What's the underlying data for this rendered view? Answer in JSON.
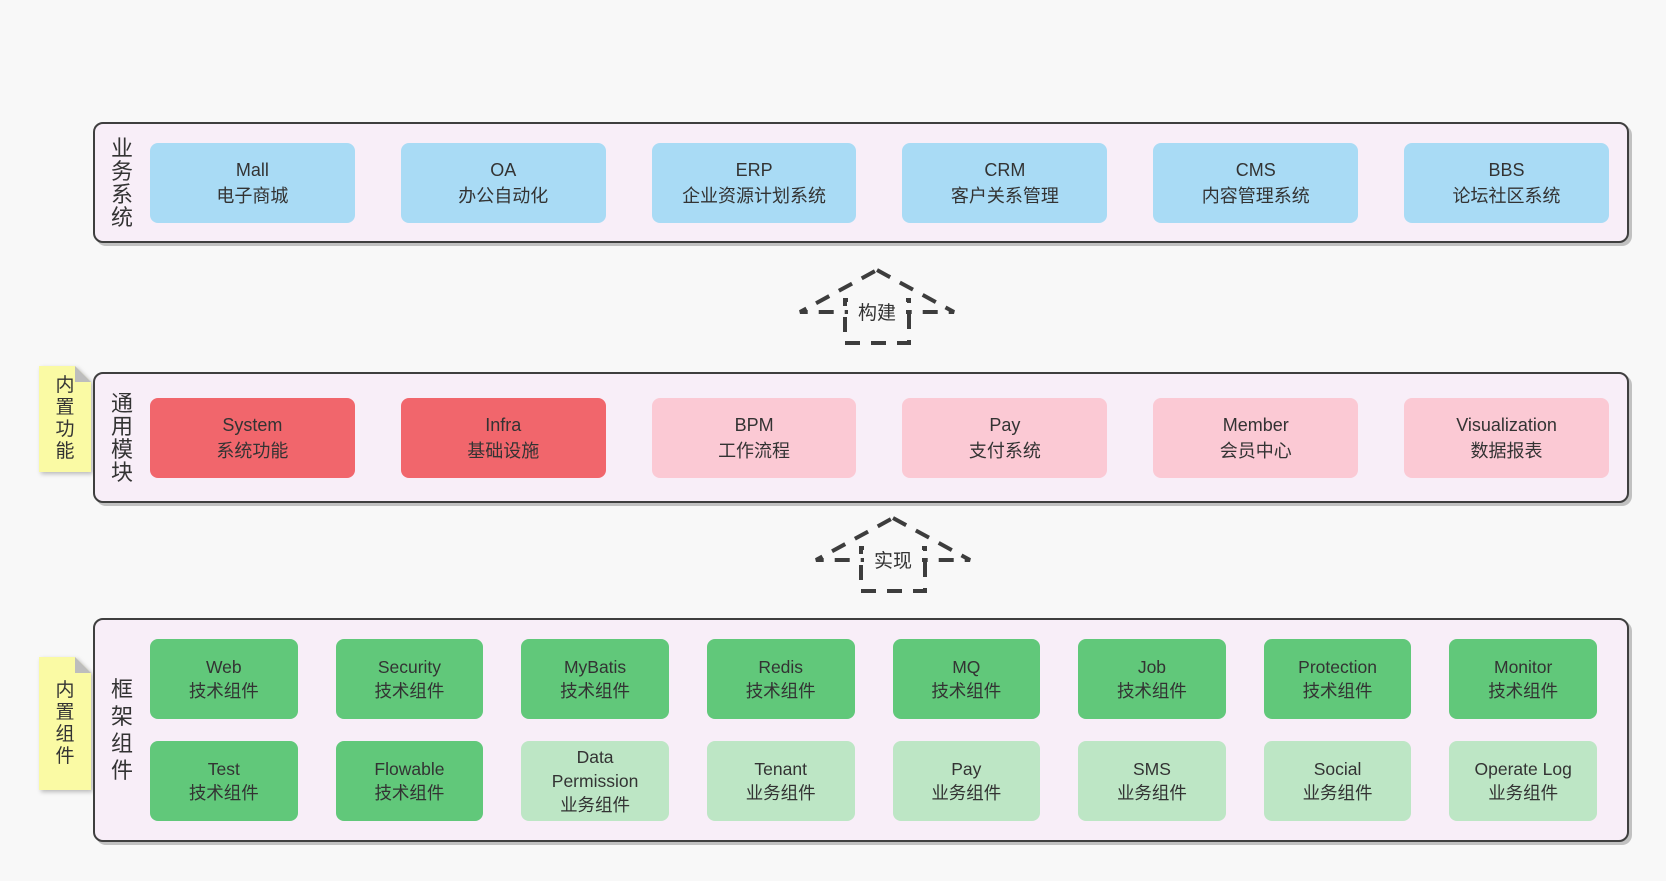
{
  "colors": {
    "page_bg": "#f8f8f8",
    "panel_bg": "#f8eef8",
    "panel_border": "#3f3f3f",
    "blue_box": "#a9dbf5",
    "red_box": "#f1666c",
    "pink_box": "#fbc9d4",
    "green_box": "#61c87a",
    "light_green_box": "#bde6c5",
    "sticky_yellow": "#fafaa4",
    "arrow_dash": "#3d3d3d"
  },
  "arrows": {
    "build": "构建",
    "implement": "实现"
  },
  "sections": {
    "business": {
      "label": "业务系统",
      "items": [
        {
          "name": "Mall",
          "desc": "电子商城",
          "variant": "blue"
        },
        {
          "name": "OA",
          "desc": "办公自动化",
          "variant": "blue"
        },
        {
          "name": "ERP",
          "desc": "企业资源计划系统",
          "variant": "blue"
        },
        {
          "name": "CRM",
          "desc": "客户关系管理",
          "variant": "blue"
        },
        {
          "name": "CMS",
          "desc": "内容管理系统",
          "variant": "blue"
        },
        {
          "name": "BBS",
          "desc": "论坛社区系统",
          "variant": "blue"
        }
      ]
    },
    "modules": {
      "label": "通用模块",
      "sticky": "内置功能",
      "items": [
        {
          "name": "System",
          "desc": "系统功能",
          "variant": "red"
        },
        {
          "name": "Infra",
          "desc": "基础设施",
          "variant": "red"
        },
        {
          "name": "BPM",
          "desc": "工作流程",
          "variant": "pink"
        },
        {
          "name": "Pay",
          "desc": "支付系统",
          "variant": "pink"
        },
        {
          "name": "Member",
          "desc": "会员中心",
          "variant": "pink"
        },
        {
          "name": "Visualization",
          "desc": "数据报表",
          "variant": "pink"
        }
      ]
    },
    "components": {
      "label": "框架组件",
      "sticky": "内置组件",
      "row1": [
        {
          "name": "Web",
          "desc": "技术组件",
          "variant": "green"
        },
        {
          "name": "Security",
          "desc": "技术组件",
          "variant": "green"
        },
        {
          "name": "MyBatis",
          "desc": "技术组件",
          "variant": "green"
        },
        {
          "name": "Redis",
          "desc": "技术组件",
          "variant": "green"
        },
        {
          "name": "MQ",
          "desc": "技术组件",
          "variant": "green"
        },
        {
          "name": "Job",
          "desc": "技术组件",
          "variant": "green"
        },
        {
          "name": "Protection",
          "desc": "技术组件",
          "variant": "green"
        },
        {
          "name": "Monitor",
          "desc": "技术组件",
          "variant": "green"
        }
      ],
      "row2": [
        {
          "name": "Test",
          "desc": "技术组件",
          "variant": "green"
        },
        {
          "name": "Flowable",
          "desc": "技术组件",
          "variant": "green"
        },
        {
          "name": "Data Permission",
          "desc": "业务组件",
          "variant": "lightgreen"
        },
        {
          "name": "Tenant",
          "desc": "业务组件",
          "variant": "lightgreen"
        },
        {
          "name": "Pay",
          "desc": "业务组件",
          "variant": "lightgreen"
        },
        {
          "name": "SMS",
          "desc": "业务组件",
          "variant": "lightgreen"
        },
        {
          "name": "Social",
          "desc": "业务组件",
          "variant": "lightgreen"
        },
        {
          "name": "Operate Log",
          "desc": "业务组件",
          "variant": "lightgreen"
        }
      ]
    }
  }
}
